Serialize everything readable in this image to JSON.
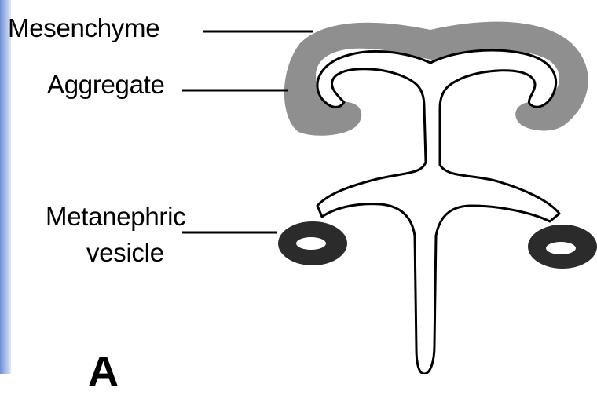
{
  "labels": {
    "mesenchyme": "Mesenchyme",
    "aggregate": "Aggregate",
    "metanephric_line1": "Metanephric",
    "metanephric_line2": "vesicle",
    "panel_letter": "A"
  },
  "colors": {
    "mesenchyme_fill": "#8f8f8f",
    "vesicle_fill": "#2b2b2b",
    "line": "#000000",
    "background": "#ffffff",
    "left_strip": "#8fa9e6"
  }
}
